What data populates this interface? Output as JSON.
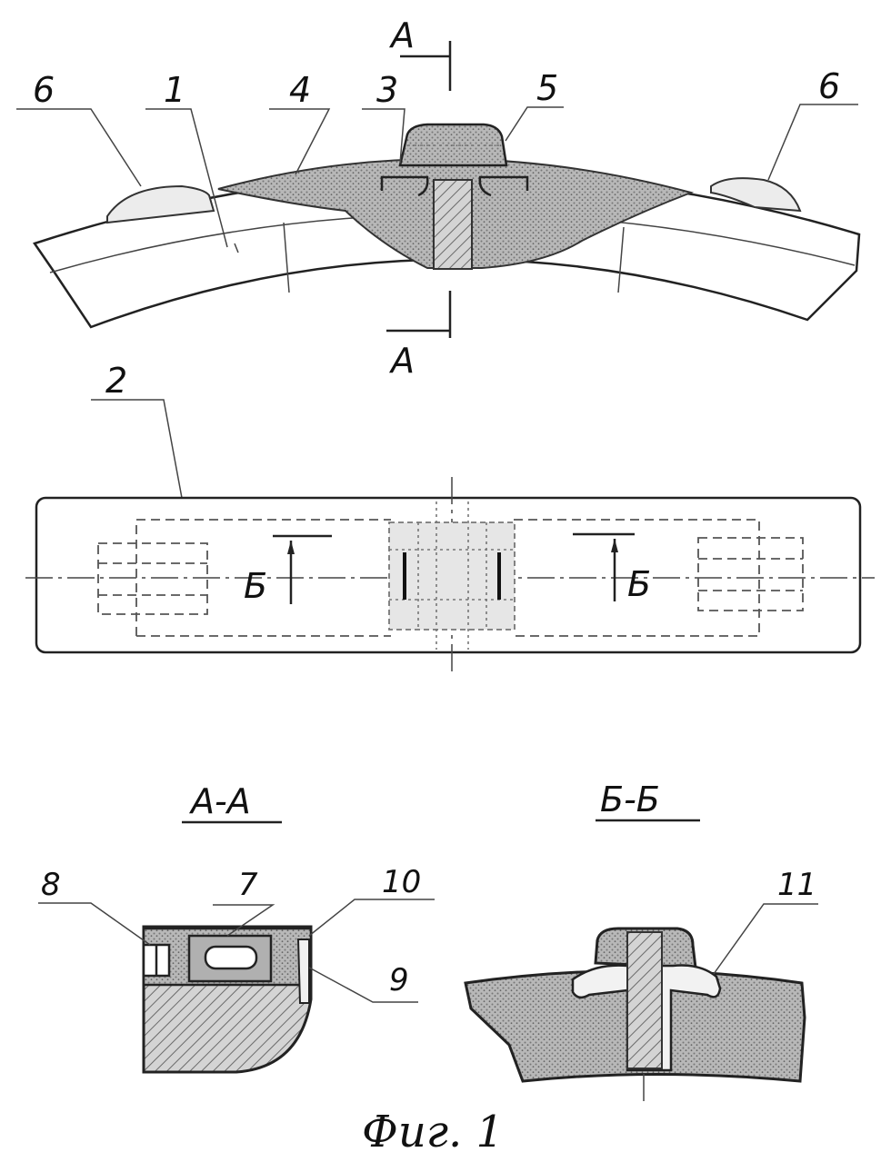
{
  "figure": {
    "caption": "Фиг. 1",
    "colors": {
      "ink": "#222222",
      "stipple": "#9a9a9a",
      "hatch": "#7a7a7a",
      "paper": "#ffffff"
    }
  },
  "top_view": {
    "labels": {
      "l6_left": "6",
      "l1": "1",
      "l4": "4",
      "l3": "3",
      "l5": "5",
      "l6_right": "6"
    },
    "section_marks": {
      "top": "А",
      "bottom": "А"
    }
  },
  "plan_view": {
    "labels": {
      "l2": "2"
    },
    "section_marks": {
      "left": "Б",
      "right": "Б"
    }
  },
  "section_aa": {
    "title": "А-А",
    "labels": {
      "l8": "8",
      "l7": "7",
      "l10": "10",
      "l9": "9"
    }
  },
  "section_bb": {
    "title": "Б-Б",
    "labels": {
      "l11": "11"
    }
  }
}
